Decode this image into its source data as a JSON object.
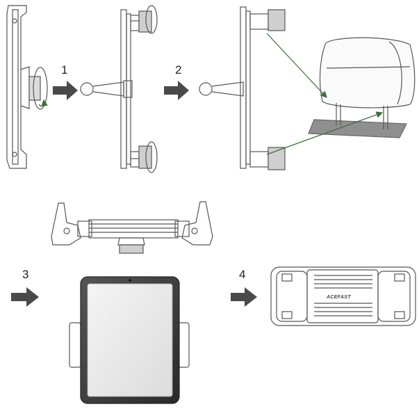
{
  "steps": {
    "one": "1",
    "two": "2",
    "three": "3",
    "four": "4"
  },
  "brand": "ACEFAST",
  "colors": {
    "line": "#555555",
    "arrow": "#4a4a4a",
    "guide_arrow": "#3e6b3e",
    "seat_shadow": "#8f8f8f",
    "tablet_frame": "#3a3a3a",
    "tablet_screen": "#ececec"
  }
}
